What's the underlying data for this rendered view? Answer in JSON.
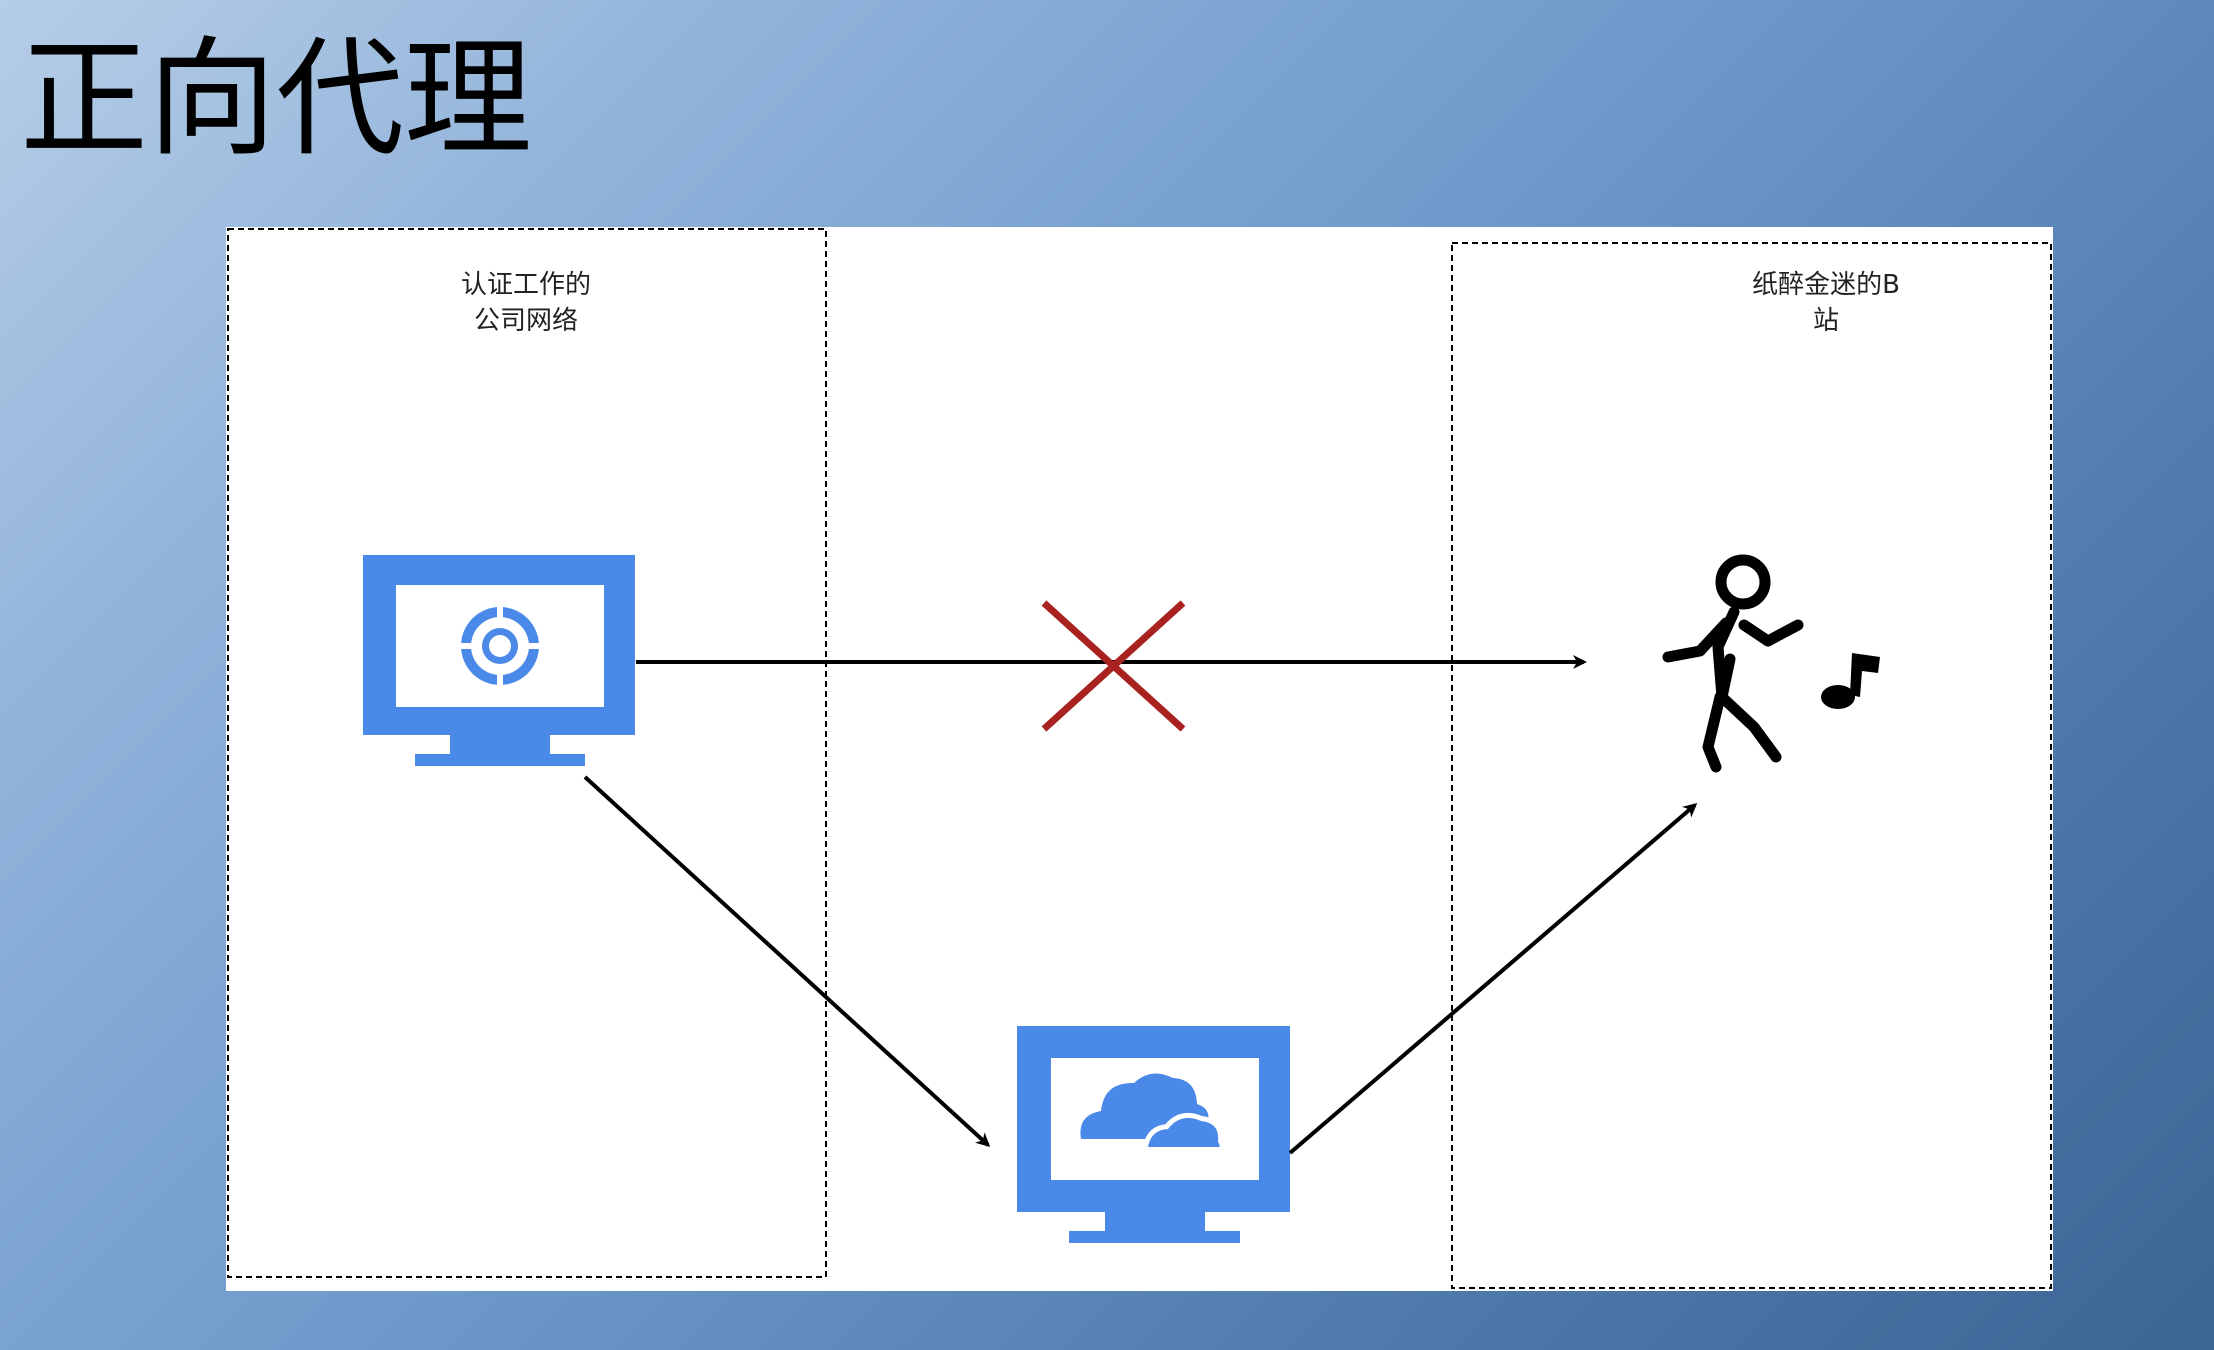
{
  "page": {
    "title": "正向代理"
  },
  "diagram": {
    "zones": {
      "company": {
        "label_line1": "认证工作的",
        "label_line2": "公司网络"
      },
      "bilibili": {
        "label_line1": "纸醉金迷的B",
        "label_line2": "站"
      }
    },
    "nodes": {
      "client": {
        "kind": "monitor",
        "icon": "lifebuoy-icon"
      },
      "proxy": {
        "kind": "monitor",
        "icon": "cloud-icon"
      },
      "target": {
        "kind": "figure",
        "icon": "dancing-person-icon"
      }
    },
    "edges": [
      {
        "from": "client",
        "to": "target",
        "blocked": true
      },
      {
        "from": "client",
        "to": "proxy",
        "blocked": false
      },
      {
        "from": "proxy",
        "to": "target",
        "blocked": false
      }
    ],
    "colors": {
      "monitor": "#4a89e8",
      "block_mark": "#a8231f",
      "arrow": "#000000"
    }
  }
}
